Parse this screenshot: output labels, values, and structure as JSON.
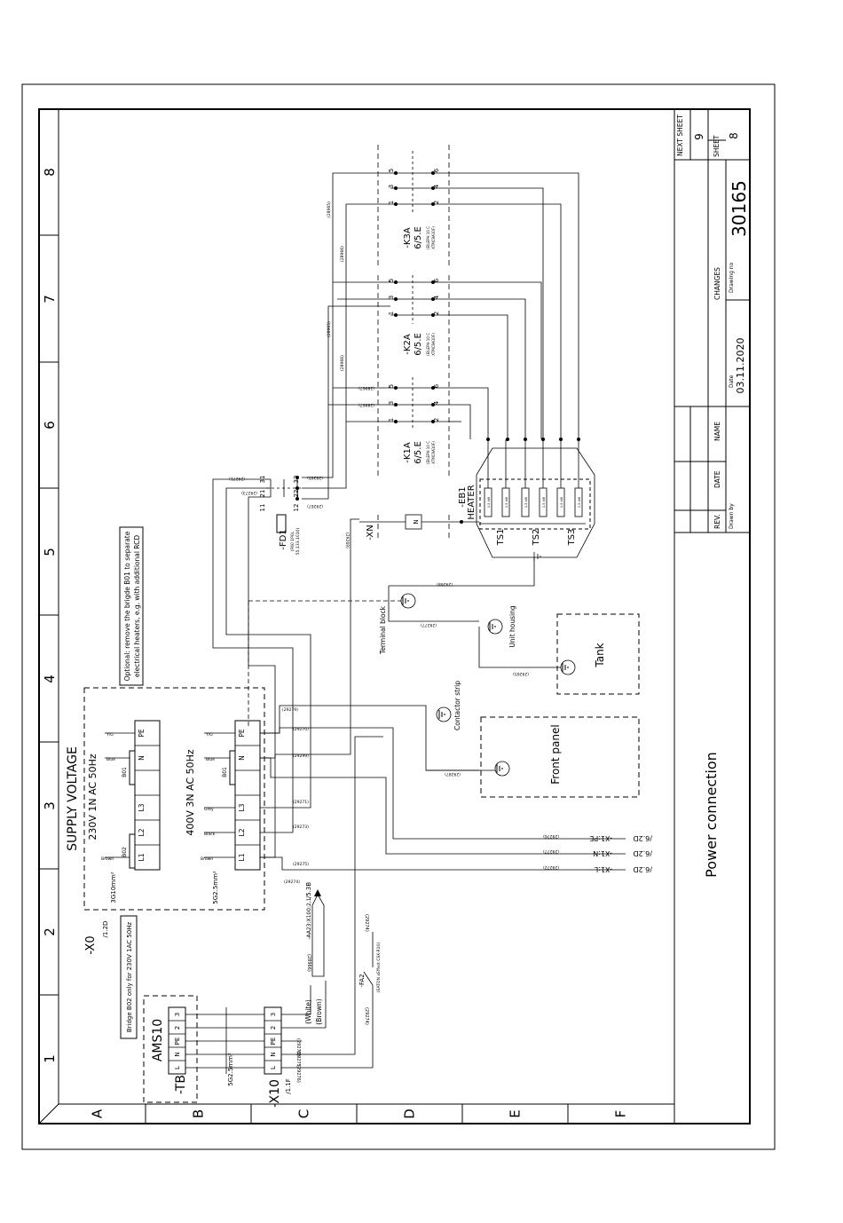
{
  "sheet": {
    "grid_cols": [
      "8",
      "7",
      "6",
      "5",
      "4",
      "3",
      "2",
      "1"
    ],
    "grid_rows": [
      "A",
      "B",
      "C",
      "D",
      "E",
      "F"
    ],
    "title": "Power connection",
    "drawing_no": "30165",
    "date": "03.11.2020",
    "sheet_no": "8",
    "next_sheet": "9",
    "label_next_sheet": "NEXT SHEET",
    "label_sheet": "SHEET",
    "label_changes": "CHANGES",
    "label_drawing_no": "Drawing no",
    "label_date": "Date",
    "label_rev": "REV.",
    "label_date_col": "DATE",
    "label_name": "NAME",
    "label_drawn_by": "Drawn by"
  },
  "supply": {
    "heading": "SUPPLY VOLTAGE",
    "v230": "230V 1N AC 50Hz",
    "v400": "400V 3N AC 50Hz",
    "x0": "-X0",
    "x0_ref": "/1.2D",
    "cable1": "3G10mm²",
    "cable2": "5G2.5mm²",
    "b02": "B02",
    "b01": "B01",
    "t_l1": "L1",
    "t_l2": "L2",
    "t_l3": "L3",
    "t_n": "N",
    "t_pe": "PE",
    "w_brown": "Brown",
    "w_black": "Black",
    "w_grey": "Grey",
    "w_blue": "Blue",
    "w_yg": "Y/G",
    "bridge_note": "Bridge B02 only for 230V 1AC 50Hz",
    "optional_1": "Optional: remove the brigde B01 to separate",
    "optional_2": "electrical heaters, e.g. with additional RCD"
  },
  "terminals": {
    "tb": "-TB",
    "ams10": "AMS10",
    "x10": "-X10",
    "x10_ref": "/1.1F",
    "cable3": "5G2.5mm²",
    "t_l": "L",
    "t_n": "N",
    "t_pe": "PE",
    "t_2": "2",
    "t_3": "3",
    "white": "(White)",
    "brown": "(Brown)",
    "aa23": "-AA23:X100:2,1",
    "aa23_ref": "/5.3B",
    "fa2": "-FA2",
    "fa2_part": "(EATON xEffect CSK-R10)",
    "w_29276": "(29276)",
    "w_29275": "(29275)",
    "w_29274": "(29274)",
    "w_28966": "(28966)",
    "w_29278": "(29278)",
    "w_29274b": "(29274)"
  },
  "xl": {
    "pe": "-X1:PE",
    "n": "-X1:N",
    "l": "-X1:L",
    "ref": "/6.2D",
    "w_pe": "(29276)",
    "w_n": "(29277)",
    "w_l": "(29272)"
  },
  "contactors": {
    "k1a": "-K1A",
    "k2a": "-K2A",
    "k3a": "-K3A",
    "ref": "6/5.E",
    "part1": "(EILEPH 10 C",
    "part2": "XTMC9A10F)",
    "p1": "1",
    "p3": "3",
    "p5": "5",
    "p2": "2",
    "p4": "4",
    "p6": "6",
    "w_28965": "(28965)",
    "w_28966": "(28966)",
    "w_28967": "(28967)"
  },
  "fd1": {
    "label": "-FD1",
    "part": "(F60 1P0L",
    "part2": "55.133.1010)",
    "p11": "11",
    "p21": "21",
    "p12": "12",
    "p22": "22",
    "p31": "31",
    "p32": "32",
    "w_29271": "(29271)",
    "w_29273": "(29273)",
    "w_29265": "(29265)",
    "w_29267": "(29267)"
  },
  "heater": {
    "label": "-EB1",
    "label2": "HEATER",
    "ts1": "TS1",
    "ts2": "TS2",
    "ts3": "TS3",
    "rating": "1.5 kW",
    "xn": "-XN",
    "n": "N",
    "w_29269": "(29269)",
    "w_29268": "(29268)"
  },
  "ground": {
    "terminal_block": "Terminal block",
    "unit_housing": "Unit housing",
    "contactor_strip": "Contactor strip",
    "tank": "Tank",
    "front_panel": "Front panel",
    "w_29277": "(29277)",
    "w_29265": "(29265)",
    "w_29279": "(29279)",
    "w_29287": "(29287)"
  },
  "wires": {
    "w_29270": "(29270)",
    "w_29271": "(29271)",
    "w_29272": "(29272)",
    "w_29273": "(29273)",
    "w_29274": "(29274)",
    "w_29275": "(29275)",
    "w_29299": "(29299)",
    "w_29279": "(29279)"
  }
}
